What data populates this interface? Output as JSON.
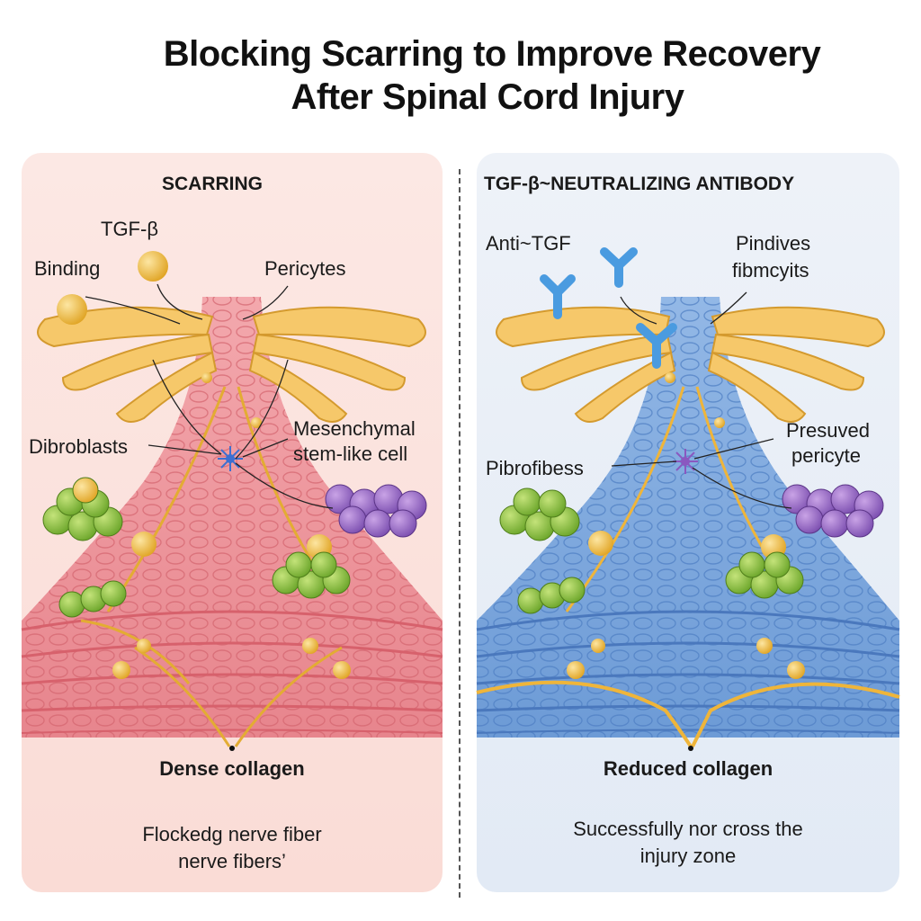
{
  "title": {
    "line1": "Blocking Scarring to Improve Recovery",
    "line2": "After Spinal Cord Injury"
  },
  "left_panel": {
    "heading": "SCARRING",
    "labels": {
      "tgf": "TGF-β",
      "binding": "Binding",
      "pericytes": "Pericytes",
      "dibroblasts": "Dibroblasts",
      "mesenchymal_line1": "Mesenchymal",
      "mesenchymal_line2": "stem-like cell"
    },
    "bottom_label": "Dense collagen",
    "caption_line1": "Flockedg nerve fiber",
    "caption_line2": "nerve fibers’"
  },
  "right_panel": {
    "heading": "TGF-β~NEUTRALIZING ANTIBODY",
    "labels": {
      "anti_tgf": "Anti~TGF",
      "pindives_line1": "Pindives",
      "pindives_line2": "fibmcyits",
      "presuved_line1": "Presuved",
      "presuved_line2": "pericyte",
      "pibrofibess": "Pibrofibess"
    },
    "bottom_label": "Reduced collagen",
    "caption_line1": "Successfully nor cross the",
    "caption_line2": "injury zone"
  },
  "colors": {
    "left_bg": "#fbe4df",
    "right_bg": "#e6edf7",
    "scar_pink": "#ec8c93",
    "tissue_blue": "#6f9fd8",
    "nerve_yellow": "#f5c35a",
    "cell_green": "#8cc63f",
    "cell_purple": "#9b6bc4",
    "antibody_blue": "#4a9be0"
  }
}
